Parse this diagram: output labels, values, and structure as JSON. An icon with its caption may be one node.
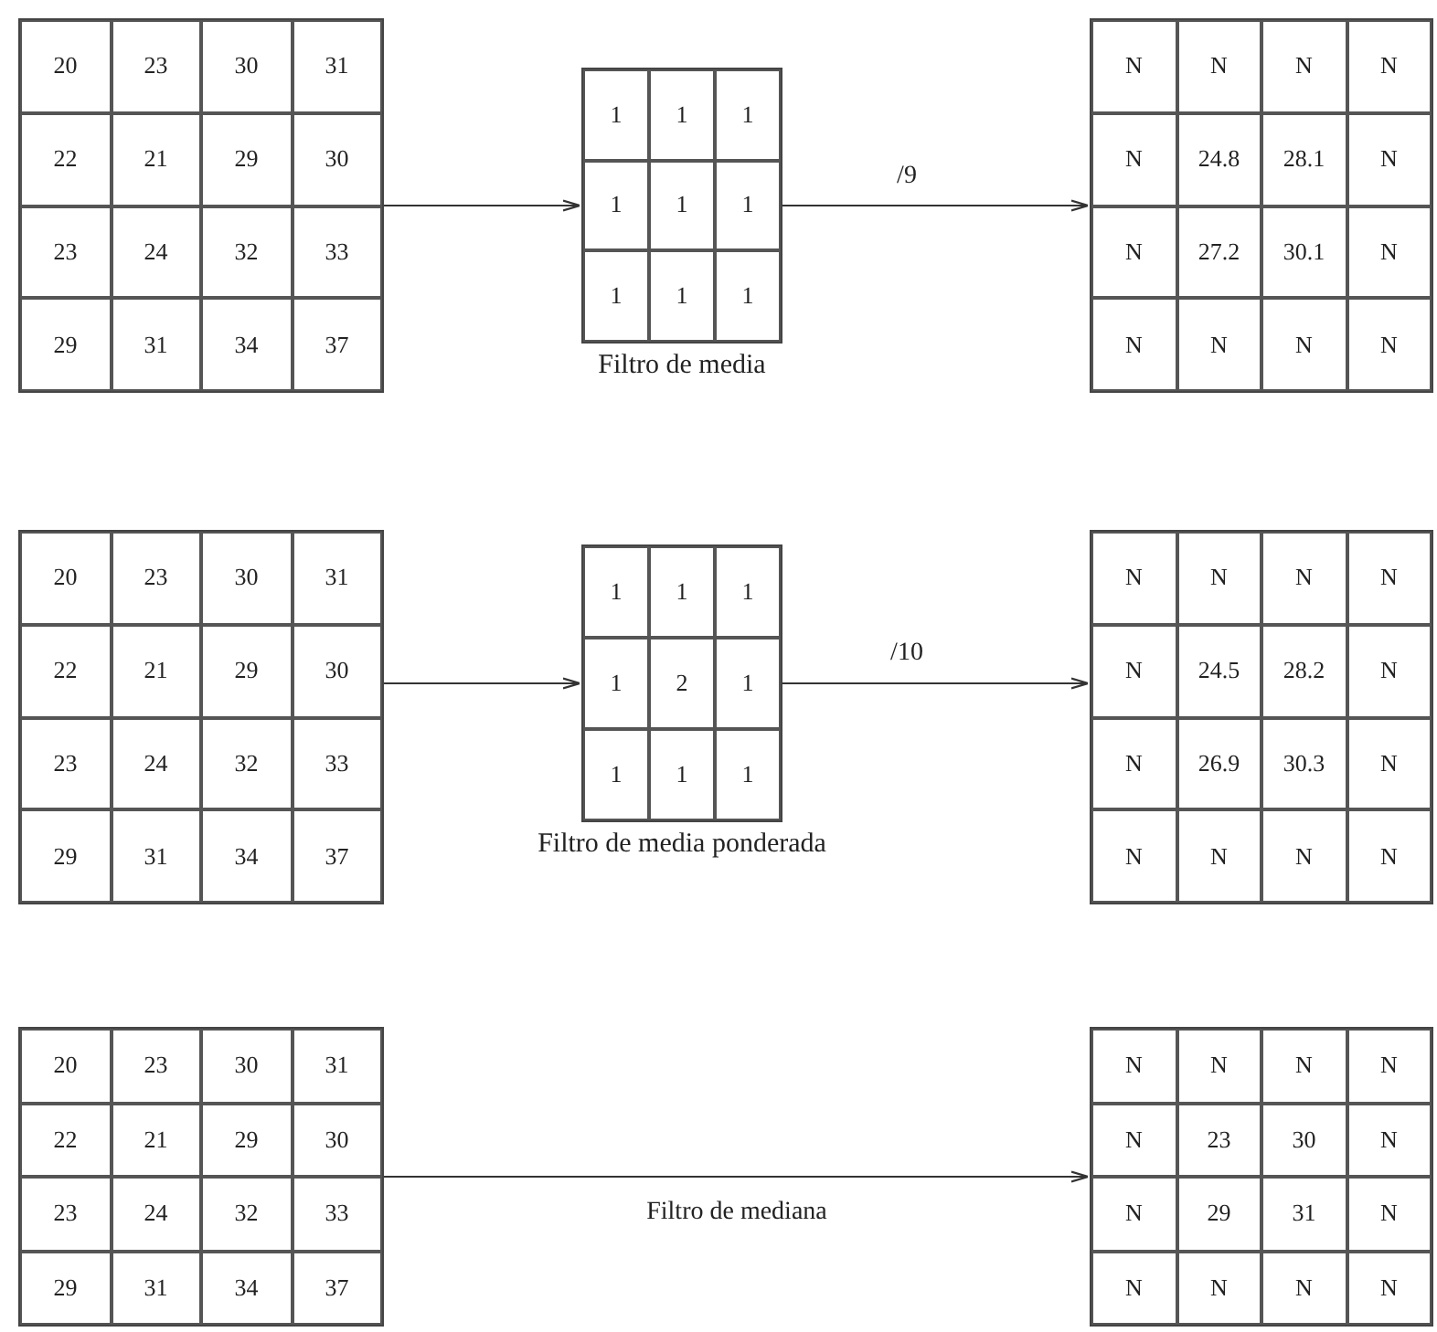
{
  "diagram": {
    "nodes": [
      {
        "text": [
          "20",
          "23",
          "30",
          "31",
          "22",
          "21",
          "29",
          "30",
          "23",
          "24",
          "32",
          "33",
          "29",
          "31",
          "34",
          "37"
        ]
      },
      {
        "text": [
          "1",
          "1",
          "1",
          "1",
          "1",
          "1",
          "1",
          "1",
          "1"
        ],
        "beside": [
          "Filtro de media"
        ]
      },
      {
        "text": [
          "N",
          "N",
          "N",
          "N",
          "N",
          "24.8",
          "28.1",
          "N",
          "N",
          "27.2",
          "30.1",
          "N",
          "N",
          "N",
          "N",
          "N"
        ]
      },
      {
        "text": [
          "20",
          "23",
          "30",
          "31",
          "22",
          "21",
          "29",
          "30",
          "23",
          "24",
          "32",
          "33",
          "29",
          "31",
          "34",
          "37"
        ]
      },
      {
        "text": [
          "1",
          "1",
          "1",
          "1",
          "2",
          "1",
          "1",
          "1",
          "1"
        ],
        "beside": [
          "Filtro de media ponderada"
        ]
      },
      {
        "text": [
          "N",
          "N",
          "N",
          "N",
          "N",
          "24.5",
          "28.2",
          "N",
          "N",
          "26.9",
          "30.3",
          "N",
          "N",
          "N",
          "N",
          "N"
        ]
      },
      {
        "text": [
          "20",
          "23",
          "30",
          "31",
          "22",
          "21",
          "29",
          "30",
          "23",
          "24",
          "32",
          "33",
          "29",
          "31",
          "34",
          "37"
        ]
      },
      {
        "text": [
          "N",
          "N",
          "N",
          "N",
          "N",
          "23",
          "30",
          "N",
          "N",
          "29",
          "31",
          "N",
          "N",
          "N",
          "N",
          "N"
        ]
      }
    ],
    "edges": [
      {
        "from": 0,
        "to": 1,
        "arrow": "to"
      },
      {
        "from": 1,
        "to": 2,
        "arrow": "to",
        "label": "/9"
      },
      {
        "from": 3,
        "to": 4,
        "arrow": "to"
      },
      {
        "from": 4,
        "to": 5,
        "arrow": "to",
        "label": "/10"
      },
      {
        "from": 6,
        "to": 7,
        "arrow": "to",
        "label": "Filtro de mediana"
      }
    ]
  }
}
